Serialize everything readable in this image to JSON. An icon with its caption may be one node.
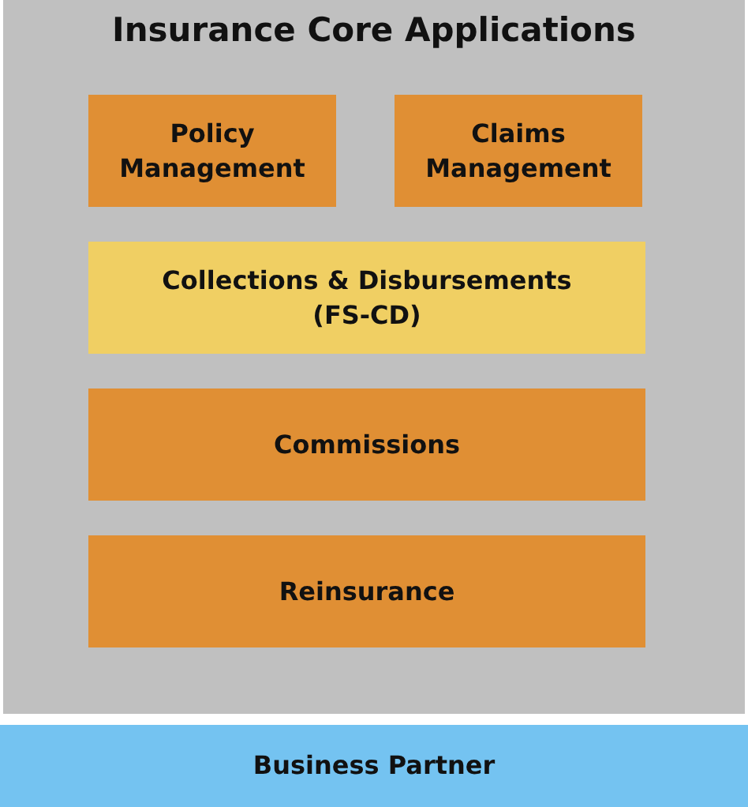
{
  "diagram": {
    "nodes": [
      {
        "text": [
          "Insurance Core Applications"
        ]
      },
      {
        "text": [
          "Policy Management"
        ],
        "in": 0
      },
      {
        "text": [
          "Claims Management"
        ],
        "in": 0
      },
      {
        "text": [
          "Collections & Disbursements (FS-CD)"
        ],
        "in": 0
      },
      {
        "text": [
          "Commissions"
        ],
        "in": 0
      },
      {
        "text": [
          "Reinsurance"
        ],
        "in": 0
      },
      {
        "text": [
          "Business Partner"
        ]
      }
    ]
  }
}
